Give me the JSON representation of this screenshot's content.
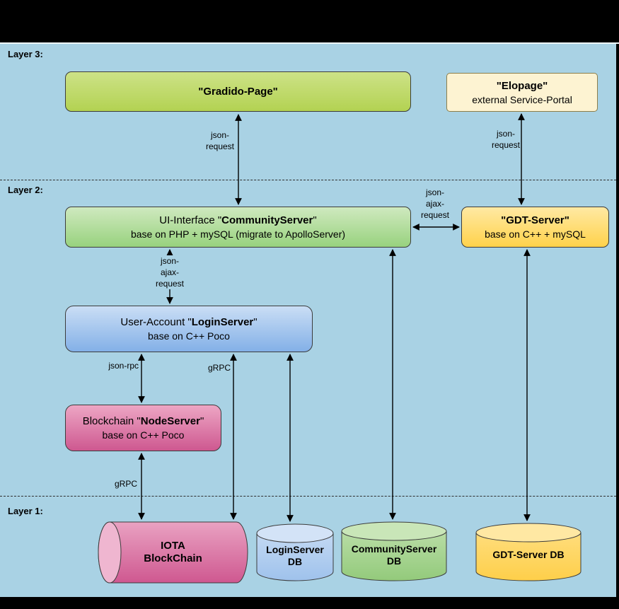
{
  "colors": {
    "background": "#000000",
    "canvas": "#a9d2e4",
    "gradido_fill": "#c1db6d",
    "elopage_fill": "#fdf3d2",
    "community_fill": "#aeda99",
    "gdt_fill": "#ffd966",
    "login_fill": "#a3c6ee",
    "node_fill": "#dd74a1",
    "iota_fill": "#d87ba7",
    "login_db_fill": "#b2d0f0",
    "community_db_fill": "#a5d68f",
    "gdt_db_fill": "#ffd966"
  },
  "layers": {
    "layer3": "Layer 3:",
    "layer2": "Layer 2:",
    "layer1": "Layer 1:"
  },
  "nodes": {
    "gradido_page": {
      "title_prefix": "\"",
      "title_bold": "Gradido-Page",
      "title_suffix": "\""
    },
    "elopage": {
      "title": "\"Elopage\"",
      "subtitle": "external Service-Portal"
    },
    "community_server": {
      "title_prefix": "UI-Interface \"",
      "title_bold": "CommunityServer",
      "title_suffix": "\"",
      "subtitle": "base on PHP + mySQL (migrate to ApolloServer)"
    },
    "gdt_server": {
      "title_prefix": "\"",
      "title_bold": "GDT-Server",
      "title_suffix": "\"",
      "subtitle": "base on C++ + mySQL"
    },
    "login_server": {
      "title_prefix": "User-Account \"",
      "title_bold": "LoginServer",
      "title_suffix": "\"",
      "subtitle": "base on C++ Poco"
    },
    "node_server": {
      "title_prefix": "Blockchain \"",
      "title_bold": "NodeServer",
      "title_suffix": "\"",
      "subtitle": "base on C++ Poco"
    },
    "iota_blockchain": {
      "label": "IOTA\nBlockChain"
    },
    "login_server_db": {
      "label": "LoginServer\nDB"
    },
    "community_server_db": {
      "label": "CommunityServer\nDB"
    },
    "gdt_server_db": {
      "label": "GDT-Server DB"
    }
  },
  "edge_labels": {
    "gradido_community": "json-\nrequest",
    "elopage_gdt": "json-\nrequest",
    "community_gdt": "json-\najax-\nrequest",
    "community_login": "json-\najax-\nrequest",
    "login_node": "json-rpc",
    "login_iota": "gRPC",
    "node_iota": "gRPC"
  }
}
